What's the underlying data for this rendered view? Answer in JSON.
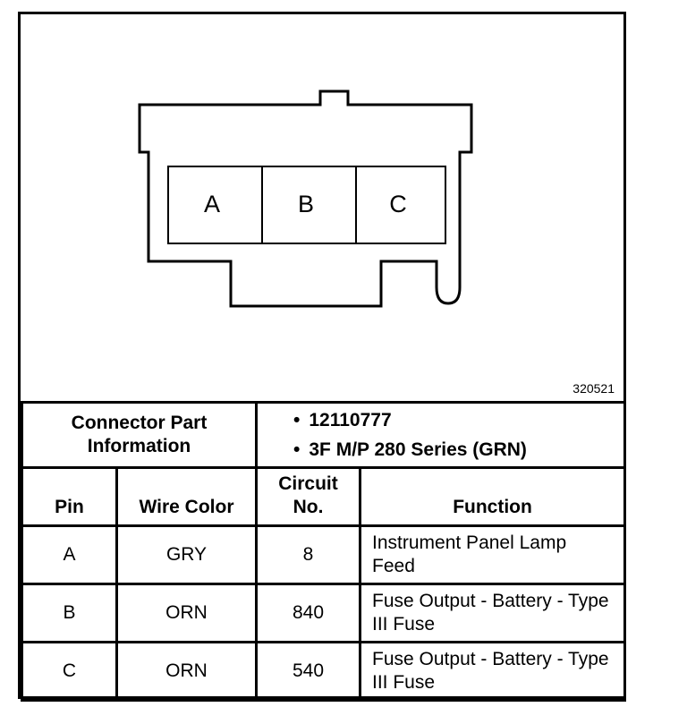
{
  "connector": {
    "pins": [
      "A",
      "B",
      "C"
    ],
    "figure_number": "320521"
  },
  "part_info": {
    "label": "Connector Part Information",
    "part_number": "12110777",
    "series": "3F M/P 280 Series (GRN)"
  },
  "table": {
    "headers": {
      "pin": "Pin",
      "wire_color": "Wire Color",
      "circuit_no": "Circuit No.",
      "function": "Function"
    },
    "rows": [
      {
        "pin": "A",
        "wire_color": "GRY",
        "circuit": "8",
        "function": "Instrument Panel Lamp Feed"
      },
      {
        "pin": "B",
        "wire_color": "ORN",
        "circuit": "840",
        "function": "Fuse Output - Battery - Type III Fuse"
      },
      {
        "pin": "C",
        "wire_color": "ORN",
        "circuit": "540",
        "function": "Fuse Output - Battery - Type III Fuse"
      }
    ]
  }
}
